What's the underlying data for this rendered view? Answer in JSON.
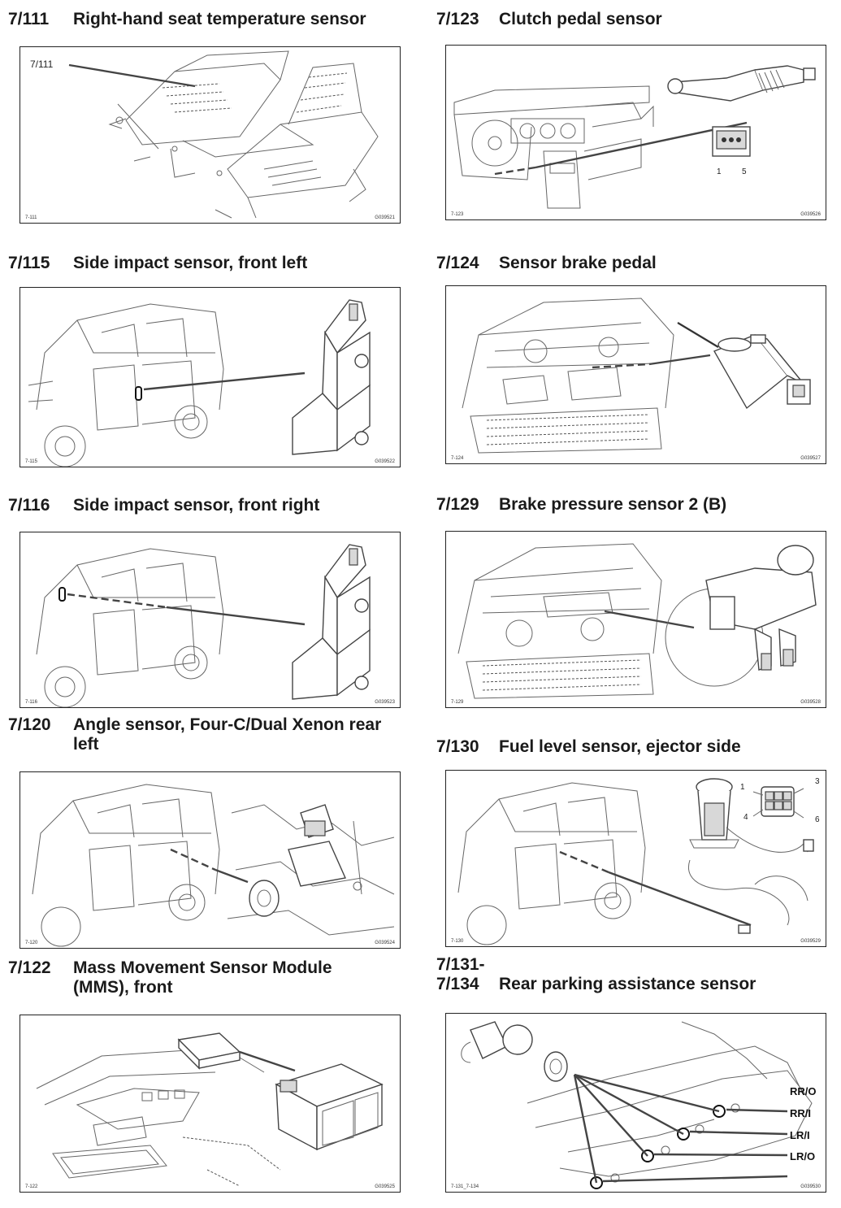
{
  "sections": [
    {
      "number": "7/111",
      "title": "Right-hand seat temperature sensor",
      "callout": "7/111",
      "ref_left": "7-111",
      "ref_right": "G039521"
    },
    {
      "number": "7/123",
      "title": "Clutch pedal sensor",
      "pin_left": "1",
      "pin_right": "5",
      "ref_left": "7-123",
      "ref_right": "G039526"
    },
    {
      "number": "7/115",
      "title": "Side impact sensor, front left",
      "ref_left": "7-115",
      "ref_right": "G039522"
    },
    {
      "number": "7/124",
      "title": "Sensor brake pedal",
      "ref_left": "7-124",
      "ref_right": "G039527"
    },
    {
      "number": "7/116",
      "title": "Side impact sensor, front right",
      "ref_left": "7-116",
      "ref_right": "G039523"
    },
    {
      "number": "7/129",
      "title": "Brake pressure sensor 2 (B)",
      "ref_left": "7-129",
      "ref_right": "G039528"
    },
    {
      "number": "7/120",
      "title_line1": "Angle sensor, Four-C/Dual Xenon rear",
      "title_line2": "left",
      "ref_left": "7-120",
      "ref_right": "G039524"
    },
    {
      "number": "7/130",
      "title": "Fuel level sensor, ejector side",
      "pins": [
        "1",
        "3",
        "4",
        "6"
      ],
      "ref_left": "7-130",
      "ref_right": "G039529"
    },
    {
      "number": "7/122",
      "title_line1": "Mass Movement Sensor Module",
      "title_line2": "(MMS), front",
      "ref_left": "7-122",
      "ref_right": "G039525"
    },
    {
      "number_line1": "7/131-",
      "number_line2": "7/134",
      "title": "Rear parking assistance sensor",
      "positions": [
        "RR/O",
        "RR/I",
        "LR/I",
        "LR/O"
      ],
      "ref_left": "7-131_7-134",
      "ref_right": "G039530"
    }
  ]
}
